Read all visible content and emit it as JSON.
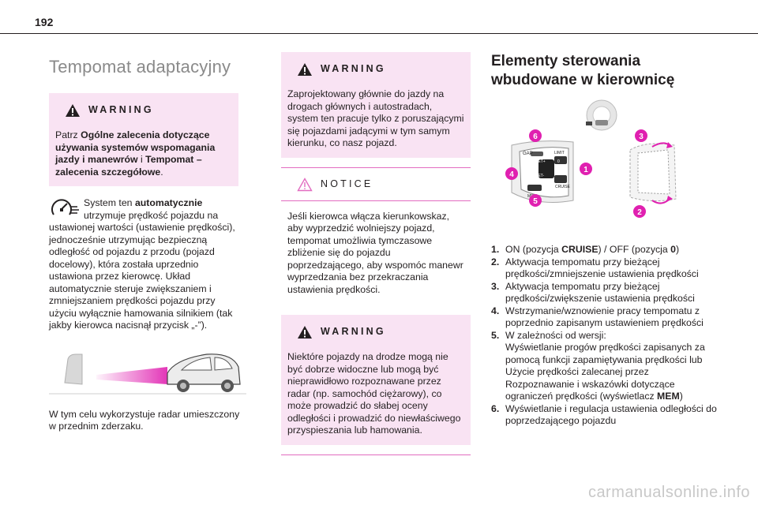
{
  "header": {
    "page_number": "192"
  },
  "col1": {
    "title": "Tempomat adaptacyjny",
    "warning": {
      "heading": "WARNING",
      "t1": "Patrz ",
      "t2": "Ogólne zalecenia dotyczące używania systemów wspomagania jazdy i manewrów",
      "t3": " i ",
      "t4": "Tempomat – zalecenia szczegółowe",
      "t5": "."
    },
    "system": {
      "t1": "System ten ",
      "t2": "automatycznie",
      "t3": " utrzymuje prędkość pojazdu na ustawionej wartości (ustawienie prędkości), jednocześnie utrzymując bezpieczną odległość od pojazdu z przodu (pojazd docelowy), która została uprzednio ustawiona przez kierowcę. Układ automatycznie steruje zwiększaniem i zmniejszaniem prędkości pojazdu przy użyciu wyłącznie hamowania silnikiem (tak jakby kierowca nacisnął przycisk „-”)."
    },
    "radar_text": "W tym celu wykorzystuje radar umieszczony w przednim zderzaku."
  },
  "col2": {
    "warning1": {
      "heading": "WARNING",
      "text": "Zaprojektowany głównie do jazdy na drogach głównych i autostradach, system ten pracuje tylko z poruszającymi się pojazdami jadącymi w tym samym kierunku, co nasz pojazd."
    },
    "notice": {
      "heading": "NOTICE",
      "text": "Jeśli kierowca włącza kierunkowskaz, aby wyprzedzić wolniejszy pojazd, tempomat umożliwia tymczasowe zbliżenie się do pojazdu poprzedzającego, aby wspomóc manewr wyprzedzania bez przekraczania ustawienia prędkości."
    },
    "warning2": {
      "heading": "WARNING",
      "text": "Niektóre pojazdy na drodze mogą nie być dobrze widoczne lub mogą być nieprawidłowo rozpoznawane przez radar (np. samochód ciężarowy), co może prowadzić do słabej oceny odległości i prowadzić do niewłaściwego przyspieszania lub hamowania."
    }
  },
  "col3": {
    "heading": "Elementy sterowania wbudowane w kierownicę",
    "diagram": {
      "callouts": [
        "6",
        "4",
        "1",
        "5",
        "3",
        "2"
      ],
      "labels": [
        "GAP",
        "LIMIT",
        "SET+",
        "SET-",
        "CRUISE",
        "MEM",
        "0"
      ]
    },
    "items": [
      {
        "num": "1.",
        "a": "ON (pozycja ",
        "b": "CRUISE",
        "c": ") / OFF (pozycja ",
        "d": "0",
        "e": ")"
      },
      {
        "num": "2.",
        "text": "Aktywacja tempomatu przy bieżącej prędkości/zmniejszenie ustawienia prędkości"
      },
      {
        "num": "3.",
        "text": "Aktywacja tempomatu przy bieżącej prędkości/zwiększenie ustawienia prędkości"
      },
      {
        "num": "4.",
        "text": "Wstrzymanie/wznowienie pracy tempomatu z poprzednio zapisanym ustawieniem prędkości"
      },
      {
        "num": "5.",
        "text": "W zależności od wersji:"
      },
      {
        "num": "",
        "text": "Wyświetlanie progów prędkości zapisanych za pomocą funkcji zapamiętywania prędkości lub"
      },
      {
        "num": "",
        "text": "Użycie prędkości zalecanej przez Rozpoznawanie i wskazówki dotyczące ograniczeń prędkości (wyświetlacz ",
        "bold": "MEM",
        "tail": ")"
      },
      {
        "num": "6.",
        "text": "Wyświetlanie i regulacja ustawienia odległości do poprzedzającego pojazdu"
      }
    ]
  },
  "watermark": "carmanualsonline.info",
  "colors": {
    "accent_pink": "#e26cc0",
    "warning_bg": "#f9e3f3",
    "radar_magenta": "#e020b0"
  }
}
